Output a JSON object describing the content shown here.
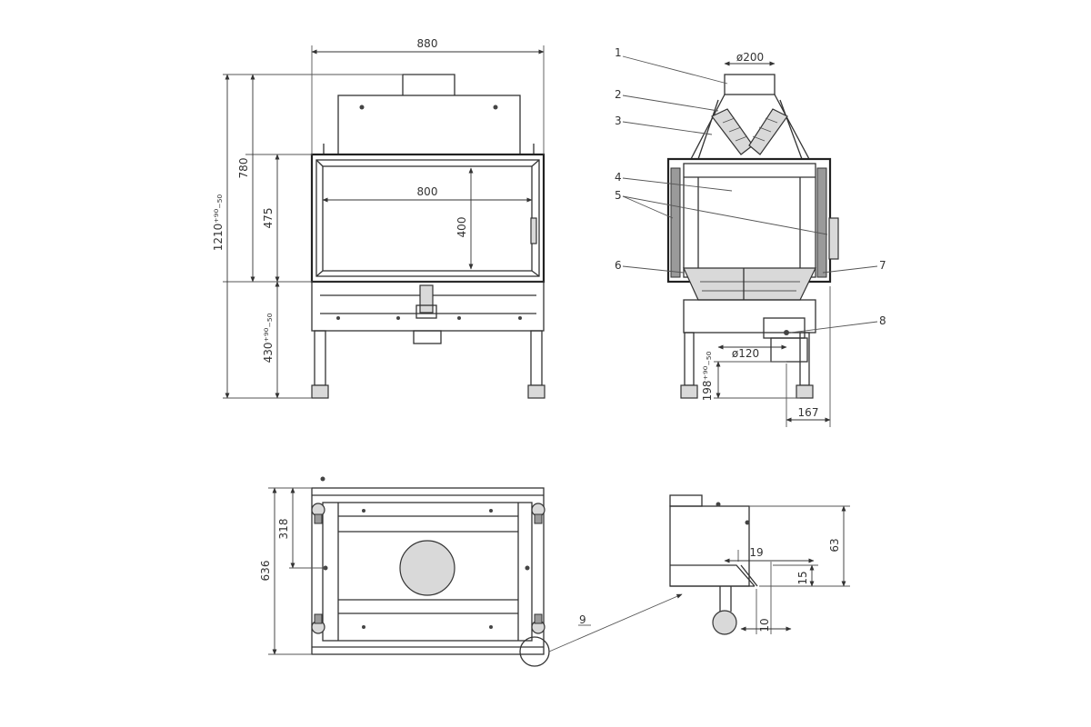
{
  "front_view": {
    "total_width": "880",
    "glass_width": "800",
    "glass_height": "400",
    "door_height": "475",
    "upper_height": "780",
    "total_height": "1210⁺⁹⁰₋₅₀",
    "leg_height": "430⁺⁹⁰₋₅₀"
  },
  "side_view": {
    "flue_diameter": "ø200",
    "air_inlet_diameter": "ø120",
    "air_inlet_height": "198⁺⁹⁰₋₅₀",
    "air_inlet_offset": "167",
    "callouts": [
      "1",
      "2",
      "3",
      "4",
      "5",
      "6",
      "7",
      "8"
    ]
  },
  "plan_view": {
    "depth": "636",
    "half_depth": "318"
  },
  "detail_view": {
    "callout": "9",
    "height": "63",
    "notch_width": "19",
    "notch_height": "15",
    "foot_offset": "10"
  }
}
